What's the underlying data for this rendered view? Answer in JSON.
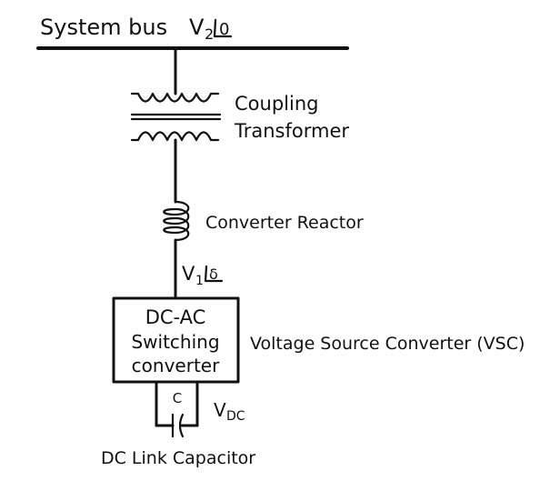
{
  "diagram": {
    "bus_label": "System bus",
    "bus_voltage": "V",
    "bus_voltage_sub": "2",
    "bus_angle": "0",
    "transformer_label_line1": "Coupling",
    "transformer_label_line2": "Transformer",
    "reactor_label": "Converter Reactor",
    "converter_voltage": "V",
    "converter_voltage_sub": "1",
    "converter_angle": "δ",
    "converter_box_line1": "DC-AC",
    "converter_box_line2": "Switching",
    "converter_box_line3": "converter",
    "vsc_label": "Voltage Source Converter (VSC)",
    "capacitor_symbol": "C",
    "vdc_main": "V",
    "vdc_sub": "DC",
    "capacitor_label": "DC Link Capacitor"
  },
  "colors": {
    "ink": "#111111",
    "background": "#ffffff"
  }
}
